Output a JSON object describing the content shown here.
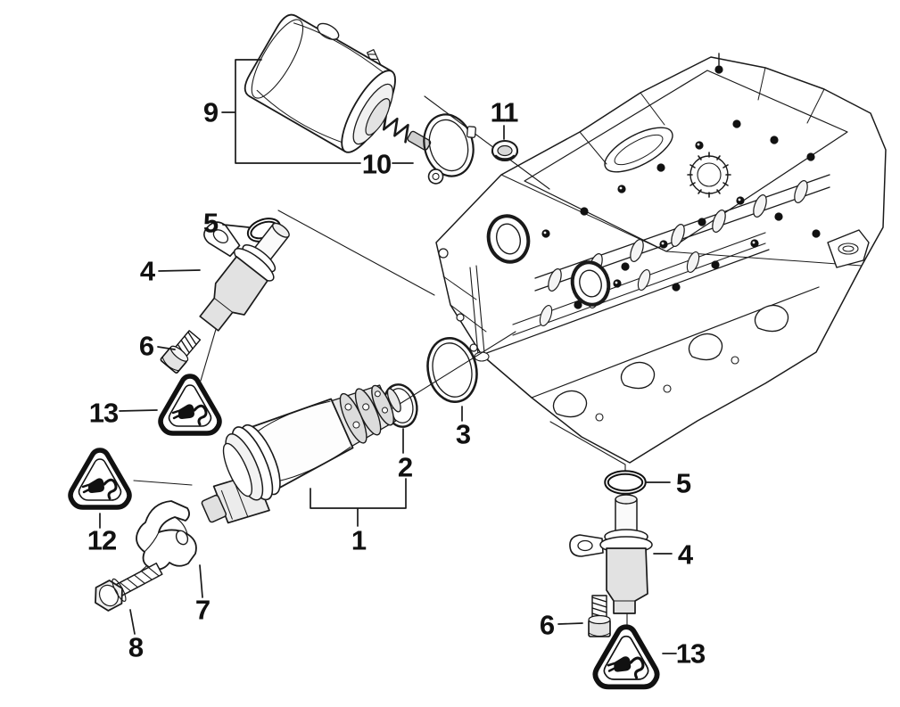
{
  "diagram": {
    "type": "exploded-parts-diagram",
    "subject": "engine cylinder head with camshaft position sensors and solenoid valves",
    "background_color": "#ffffff",
    "line_color": "#1a1a1a",
    "callouts": [
      {
        "id": "part-1",
        "label": "1"
      },
      {
        "id": "part-2",
        "label": "2"
      },
      {
        "id": "part-3",
        "label": "3"
      },
      {
        "id": "part-4-left",
        "label": "4"
      },
      {
        "id": "part-4-right",
        "label": "4"
      },
      {
        "id": "part-5-left",
        "label": "5"
      },
      {
        "id": "part-5-right",
        "label": "5"
      },
      {
        "id": "part-6-left",
        "label": "6"
      },
      {
        "id": "part-6-right",
        "label": "6"
      },
      {
        "id": "part-7",
        "label": "7"
      },
      {
        "id": "part-8",
        "label": "8"
      },
      {
        "id": "part-9",
        "label": "9"
      },
      {
        "id": "part-10",
        "label": "10"
      },
      {
        "id": "part-11",
        "label": "11"
      },
      {
        "id": "part-12",
        "label": "12"
      },
      {
        "id": "part-13-left",
        "label": "13"
      },
      {
        "id": "part-13-right",
        "label": "13"
      }
    ]
  }
}
